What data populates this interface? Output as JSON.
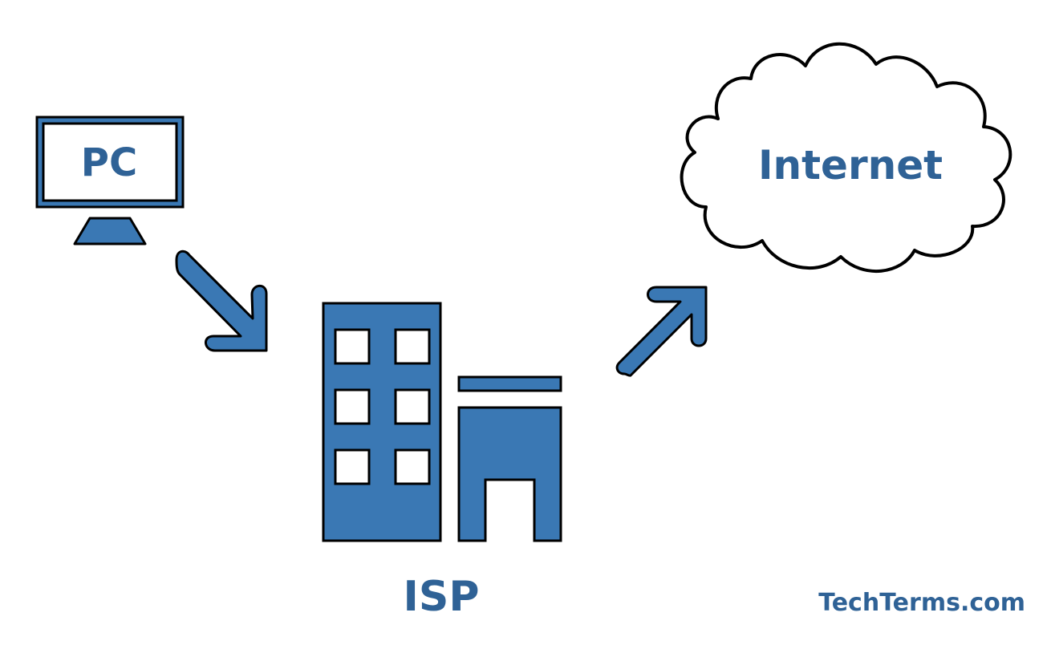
{
  "nodes": {
    "pc": {
      "label": "PC",
      "icon": "computer-monitor-icon"
    },
    "isp": {
      "label": "ISP",
      "icon": "office-building-icon"
    },
    "internet": {
      "label": "Internet",
      "icon": "cloud-icon"
    }
  },
  "edges": [
    {
      "from": "pc",
      "to": "isp",
      "icon": "arrow-down-right-icon"
    },
    {
      "from": "isp",
      "to": "internet",
      "icon": "arrow-up-right-icon"
    }
  ],
  "watermark": "TechTerms.com",
  "colors": {
    "fill": "#3a78b4",
    "text": "#2f6296",
    "outline": "#000000",
    "background": "#ffffff"
  }
}
